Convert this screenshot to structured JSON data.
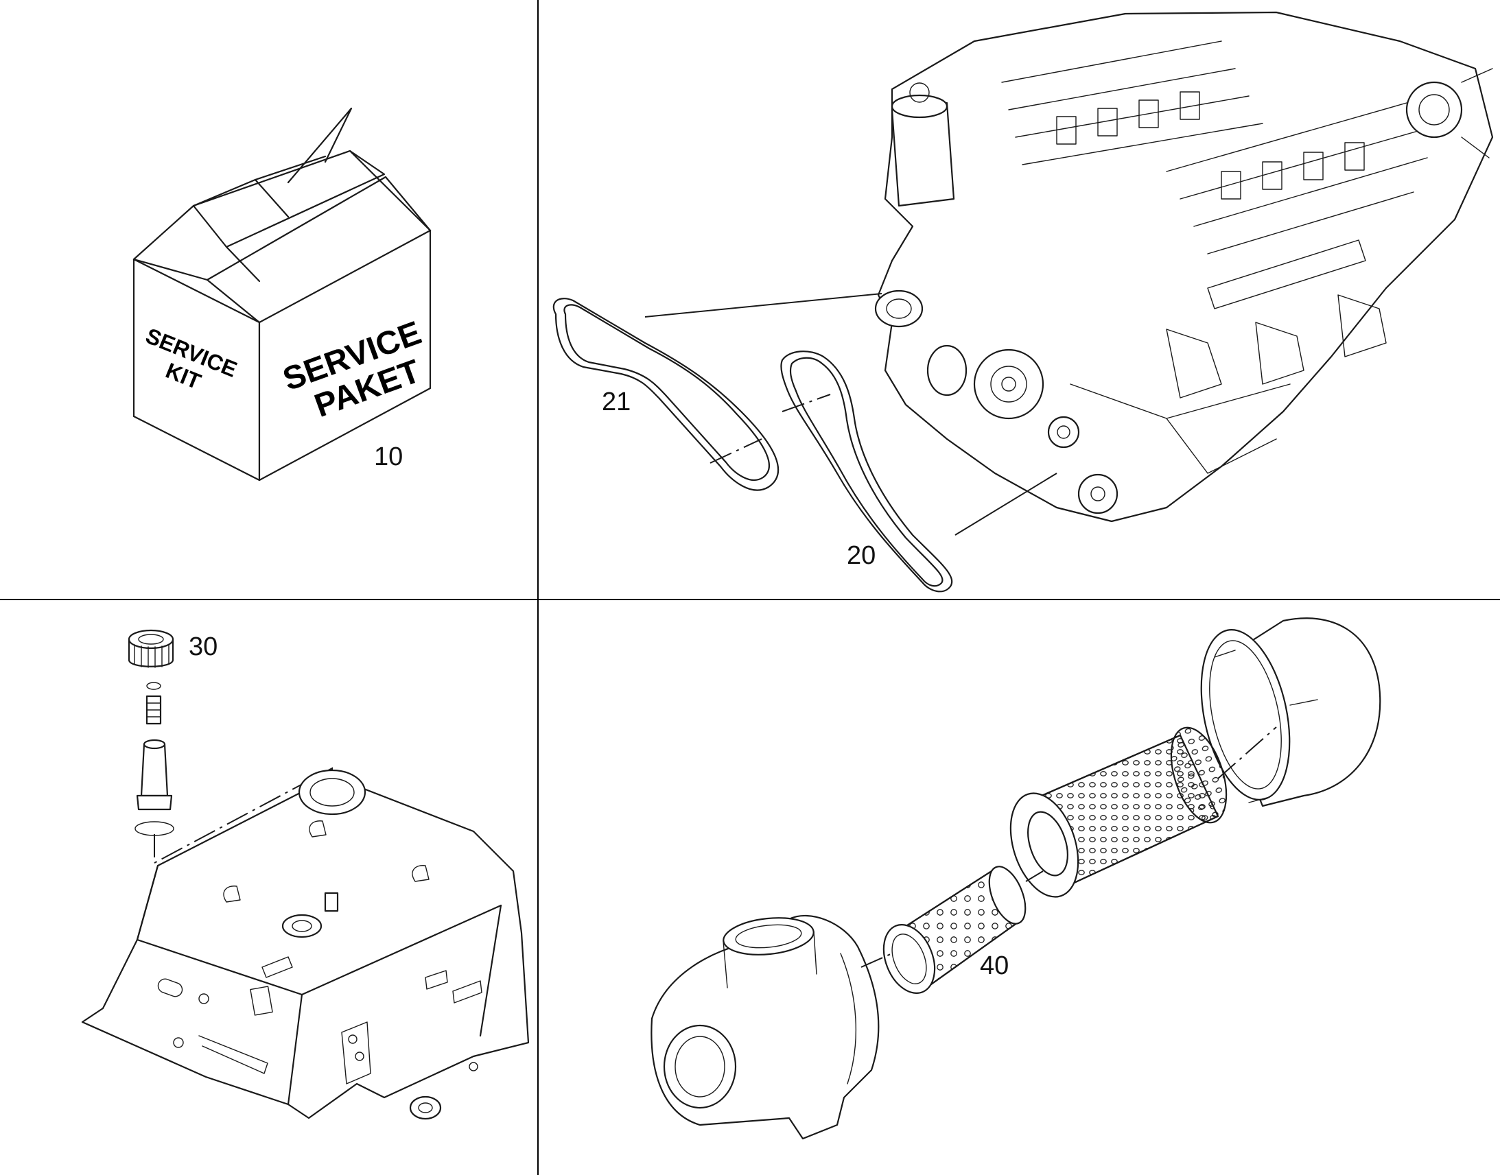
{
  "parts": [
    {
      "number": "10",
      "label_lines": [
        "SERVICE",
        "KIT"
      ],
      "label_lines_2": [
        "SERVICE",
        "PAKET"
      ]
    },
    {
      "number": "20"
    },
    {
      "number": "21"
    },
    {
      "number": "30"
    },
    {
      "number": "40"
    }
  ],
  "icons": [
    "service-box-icon",
    "engine-icon",
    "v-belt-icon",
    "fuel-tank-icon",
    "air-filter-icon"
  ]
}
